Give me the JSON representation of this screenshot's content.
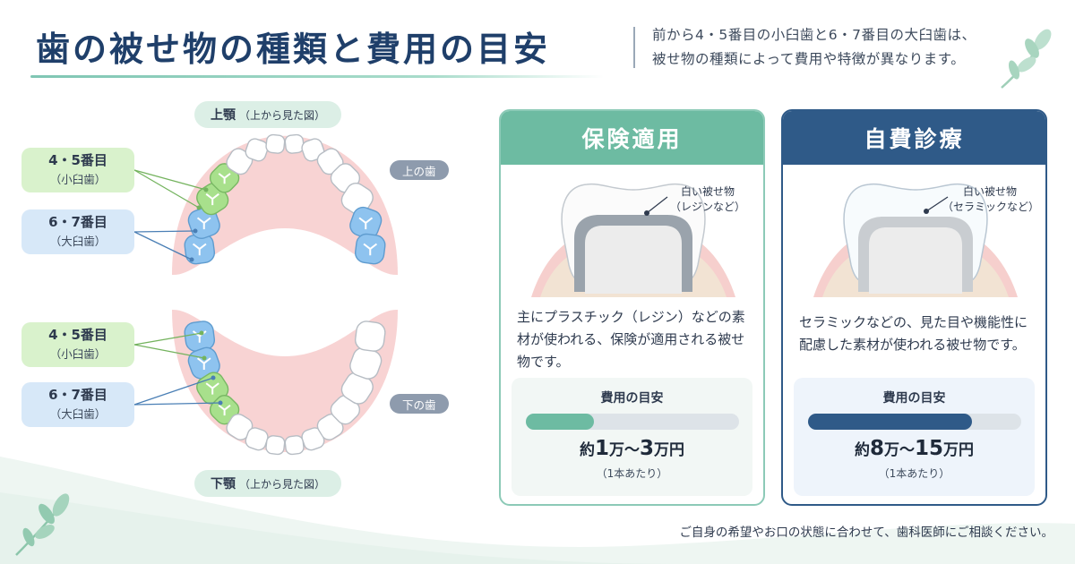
{
  "header": {
    "title": "歯の被せ物の種類と費用の目安",
    "subtitle_line1": "前から4・5番目の小臼歯と6・7番目の大臼歯は、",
    "subtitle_line2": "被せ物の種類によって費用や特徴が異なります。"
  },
  "jaw": {
    "upper_label": "上顎",
    "upper_label_sub": "（上から見た図）",
    "upper_teeth_label": "上の歯",
    "lower_label": "下顎",
    "lower_label_sub": "（上から見た図）",
    "lower_teeth_label": "下の歯",
    "tags": {
      "upper_premolar_main": "4・5番目",
      "upper_premolar_sub": "（小臼歯）",
      "upper_molar_main": "6・7番目",
      "upper_molar_sub": "（大臼歯）",
      "lower_premolar_main": "4・5番目",
      "lower_premolar_sub": "（小臼歯）",
      "lower_molar_main": "6・7番目",
      "lower_molar_sub": "（大臼歯）"
    },
    "colors": {
      "premolar": "#a8e08c",
      "molar": "#8ec3ef",
      "gum": "#f8d3d3"
    }
  },
  "insurance": {
    "title": "保険適用",
    "annotation_line1": "白い被せ物",
    "annotation_line2": "（レジンなど）",
    "description": "主にプラスチック（レジン）などの素材が使われる、保険が適用される被せ物です。",
    "cost_label": "費用の目安",
    "cost_level": 0.32,
    "price_prefix": "約",
    "price_low": "1",
    "price_unit1": "万～",
    "price_high": "3",
    "price_unit2": "万円",
    "per_unit": "（1本あたり）",
    "color": "#6dbba2"
  },
  "self_pay": {
    "title": "自費診療",
    "annotation_line1": "白い被せ物",
    "annotation_line2": "（セラミックなど）",
    "description": "セラミックなどの、見た目や機能性に配慮した素材が使われる被せ物です。",
    "cost_label": "費用の目安",
    "cost_level": 0.77,
    "price_prefix": "約",
    "price_low": "8",
    "price_unit1": "万～",
    "price_high": "15",
    "price_unit2": "万円",
    "per_unit": "（1本あたり）",
    "color": "#2f5a88"
  },
  "footer": {
    "note": "ご自身の希望やお口の状態に合わせて、歯科医師にご相談ください。"
  },
  "icons": {
    "leaf_top": "leaf-sprig-icon",
    "leaf_bottom": "leaf-sprig-icon"
  }
}
